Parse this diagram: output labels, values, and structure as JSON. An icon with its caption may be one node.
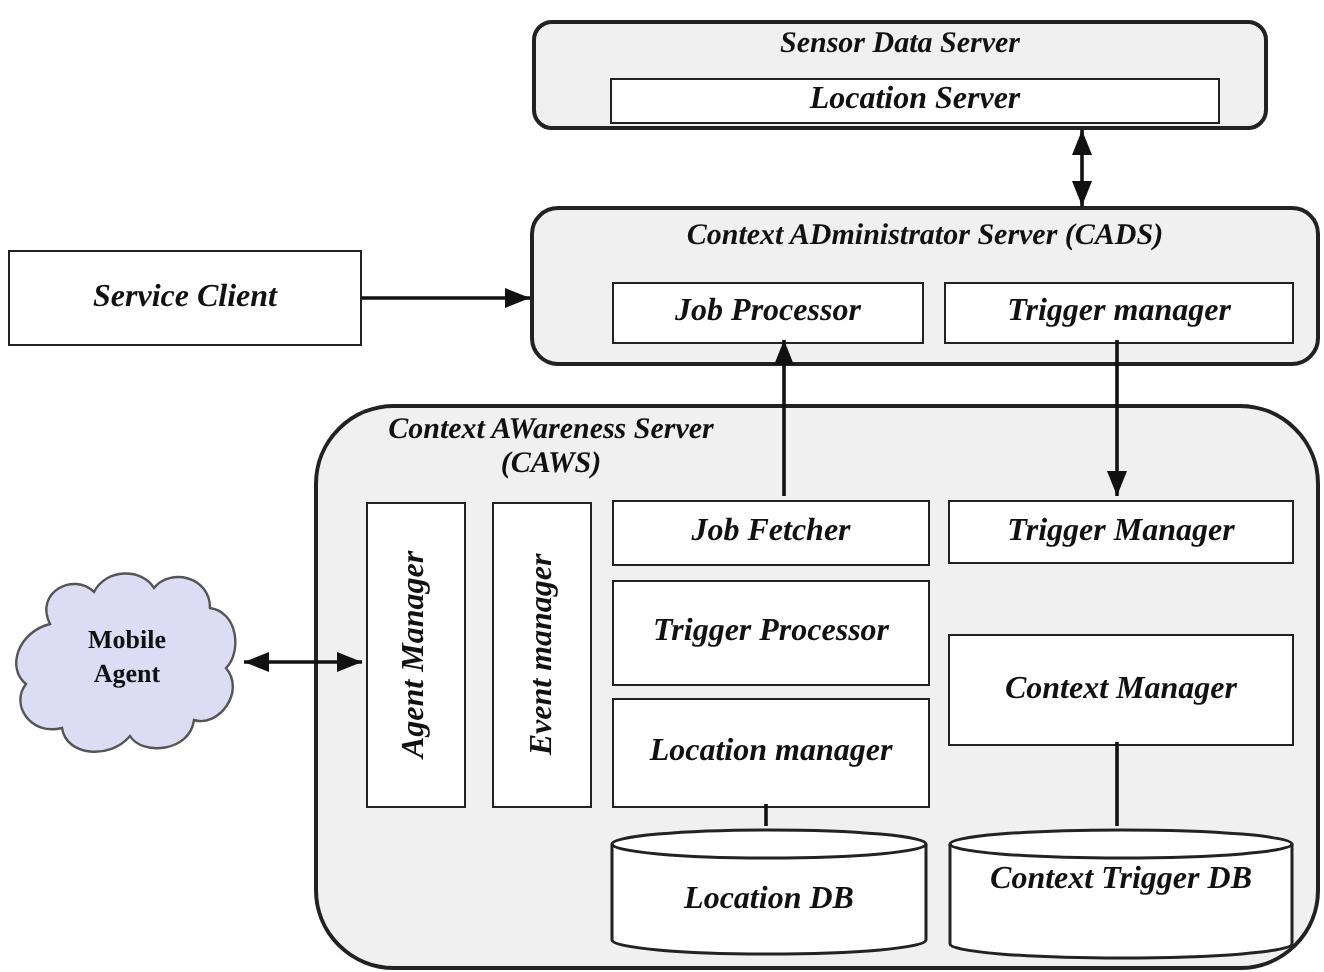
{
  "diagram": {
    "nodes": [
      {
        "text": [
          "Sensor Data Server"
        ]
      },
      {
        "text": [
          "Location Server"
        ],
        "in": 0
      },
      {
        "text": [
          "Context ADministrator Server (CADS)"
        ]
      },
      {
        "text": [
          "Job Processor"
        ],
        "in": 2
      },
      {
        "text": [
          "Trigger manager"
        ],
        "in": 2
      },
      {
        "text": [
          "Service Client"
        ]
      },
      {
        "text": [
          "Context AWareness Server (CAWS)"
        ]
      },
      {
        "text": [
          "Agent Manager"
        ],
        "in": 6
      },
      {
        "text": [
          "Event manager"
        ],
        "in": 6
      },
      {
        "text": [
          "Job Fetcher"
        ],
        "in": 6
      },
      {
        "text": [
          "Trigger Processor"
        ],
        "in": 6
      },
      {
        "text": [
          "Location manager"
        ],
        "in": 6
      },
      {
        "text": [
          "Location DB"
        ],
        "in": 6
      },
      {
        "text": [
          "Trigger Manager"
        ],
        "in": 6
      },
      {
        "text": [
          "Context Manager"
        ],
        "in": 6
      },
      {
        "text": [
          "Context Trigger DB"
        ],
        "in": 6
      },
      {
        "text": [
          "Mobile Agent"
        ]
      }
    ],
    "edges": [
      {
        "from": 0,
        "to": 2,
        "arrow": "both"
      },
      {
        "from": 5,
        "to": 2,
        "arrow": "to"
      },
      {
        "from": 9,
        "to": 3,
        "arrow": "to"
      },
      {
        "from": 4,
        "to": 13,
        "arrow": "to"
      },
      {
        "from": 16,
        "to": 7,
        "arrow": "both"
      },
      {
        "from": 11,
        "to": 12,
        "arrow": "none"
      },
      {
        "from": 14,
        "to": 15,
        "arrow": "none"
      }
    ]
  }
}
